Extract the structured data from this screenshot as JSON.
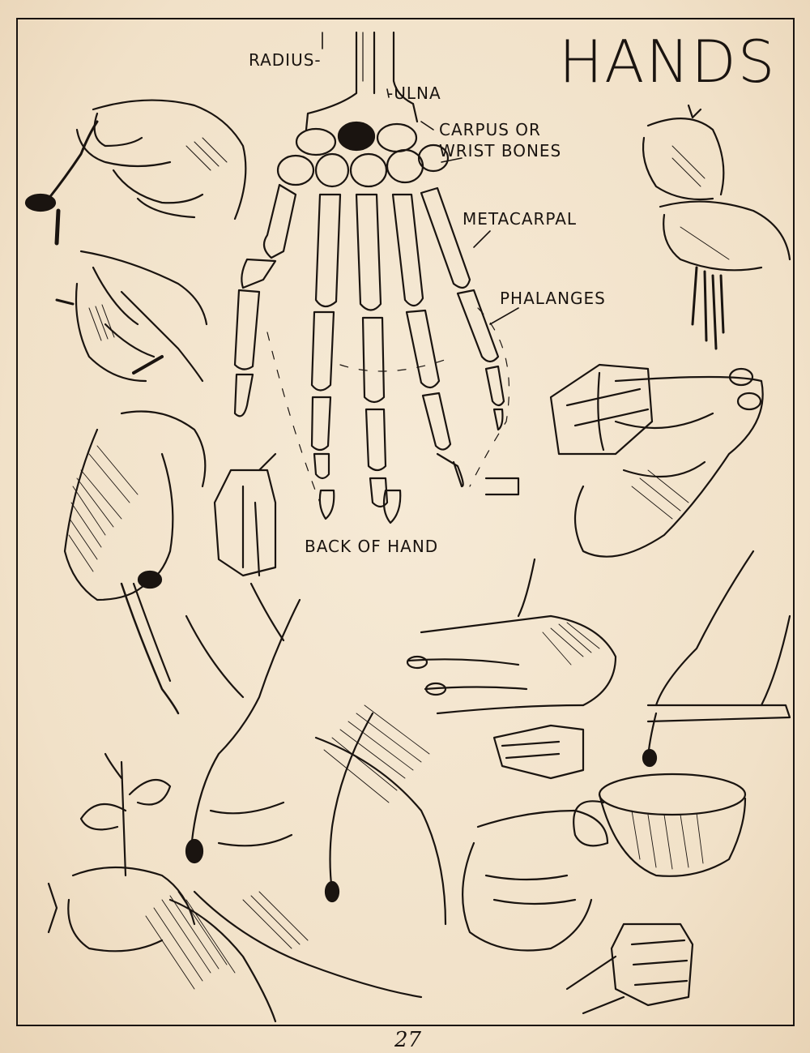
{
  "title": "HANDS",
  "labels": {
    "radius": "RADIUS-",
    "ulna": "-ULNA",
    "carpus_line1": "CARPUS OR",
    "carpus_line2": "WRIST BONES",
    "metacarpal": "METACARPAL",
    "phalanges": "PHALANGES",
    "back_of_hand": "BACK OF HAND"
  },
  "page_number": "27",
  "colors": {
    "paper": "#f2e3cc",
    "ink": "#1a1410"
  }
}
